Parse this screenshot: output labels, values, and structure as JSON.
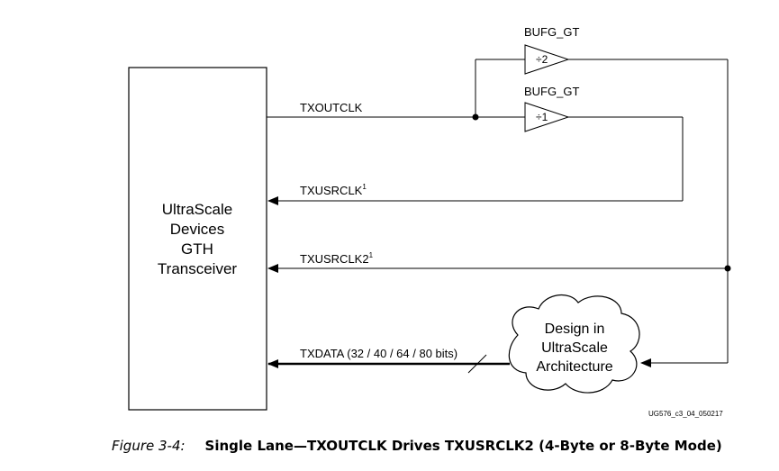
{
  "transceiver": {
    "line1": "UltraScale",
    "line2": "Devices",
    "line3": "GTH",
    "line4": "Transceiver"
  },
  "buffers": [
    {
      "label": "BUFG_GT",
      "divider": "÷2"
    },
    {
      "label": "BUFG_GT",
      "divider": "÷1"
    }
  ],
  "signals": {
    "txoutclk": "TXOUTCLK",
    "txusrclk": "TXUSRCLK",
    "txusrclk_sup": "1",
    "txusrclk2": "TXUSRCLK2",
    "txusrclk2_sup": "1",
    "txdata": "TXDATA (32 / 40 / 64 / 80 bits)"
  },
  "design_cloud": {
    "line1": "Design in",
    "line2": "UltraScale",
    "line3": "Architecture"
  },
  "doc_id": "UG576_c3_04_050217",
  "caption": {
    "figure_number": "Figure 3-4:",
    "title": "Single Lane—TXOUTCLK Drives TXUSRCLK2 (4-Byte or 8-Byte Mode)"
  }
}
